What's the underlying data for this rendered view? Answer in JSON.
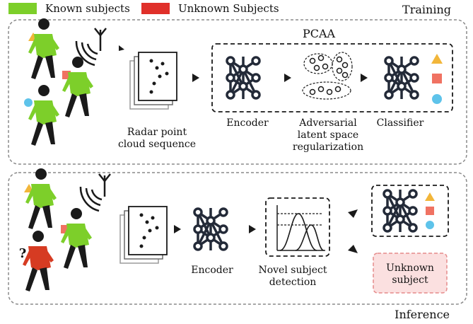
{
  "legend": {
    "known": {
      "label": "Known subjects",
      "color": "#7dcf2a"
    },
    "unknown": {
      "label": "Unknown Subjects",
      "color": "#e0302a"
    }
  },
  "training": {
    "section_label": "Training",
    "pcaa_label": "PCAA",
    "radar_caption_1": "Radar point",
    "radar_caption_2": "cloud sequence",
    "encoder_label": "Encoder",
    "adv_label_1": "Adversarial",
    "adv_label_2": "latent space",
    "adv_label_3": "regularization",
    "classifier_label": "Classifier"
  },
  "inference": {
    "section_label": "Inference",
    "encoder_label": "Encoder",
    "novel_label_1": "Novel subject",
    "novel_label_2": "detection",
    "unknown_label_1": "Unknown",
    "unknown_label_2": "subject",
    "question_mark": "?"
  },
  "colors": {
    "known_body": "#7dcf2a",
    "unknown_body": "#d63b22",
    "triangle": "#f2b63a",
    "square": "#f07262",
    "circle": "#5ec3ea",
    "unknown_box_fill": "#fbe0e0",
    "unknown_box_border": "#e58a8a",
    "network": "#232a38"
  }
}
